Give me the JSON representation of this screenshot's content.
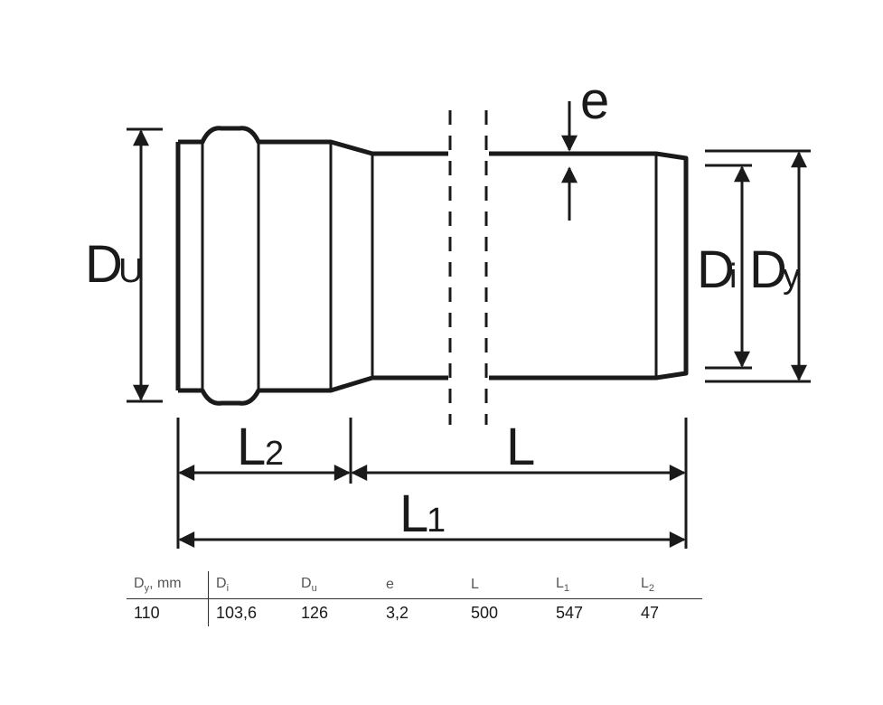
{
  "labels": {
    "du_main": "D",
    "du_sub": "U",
    "di_main": "D",
    "di_sub": "i",
    "dy_main": "D",
    "dy_sub": "y",
    "e": "e",
    "l2_main": "L",
    "l2_sub": "2",
    "l": "L",
    "l1_main": "L",
    "l1_sub": "1"
  },
  "table": {
    "headers": [
      {
        "main": "D",
        "sub": "y",
        "suffix": ", mm"
      },
      {
        "main": "D",
        "sub": "i",
        "suffix": ""
      },
      {
        "main": "D",
        "sub": "u",
        "suffix": ""
      },
      {
        "main": "e",
        "sub": "",
        "suffix": ""
      },
      {
        "main": "L",
        "sub": "",
        "suffix": ""
      },
      {
        "main": "L",
        "sub": "1",
        "suffix": ""
      },
      {
        "main": "L",
        "sub": "2",
        "suffix": ""
      }
    ],
    "row": [
      "110",
      "103,6",
      "126",
      "3,2",
      "500",
      "547",
      "47"
    ]
  }
}
